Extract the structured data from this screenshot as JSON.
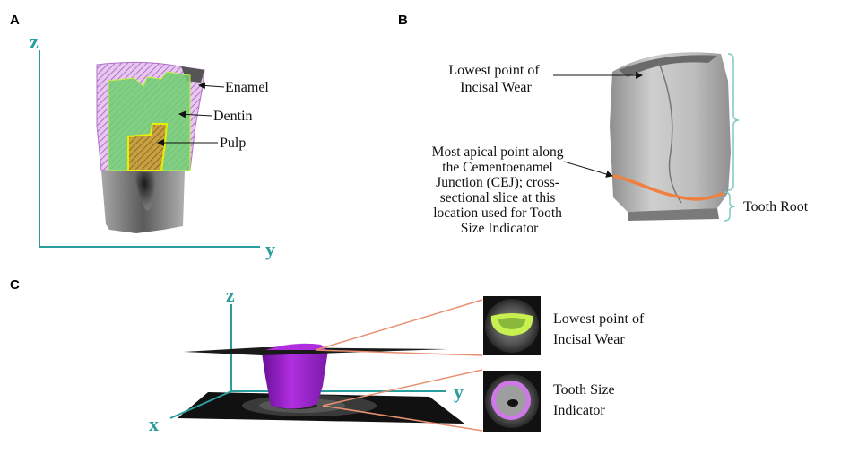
{
  "panels": {
    "a": {
      "letter": "A",
      "axis_z": "z",
      "axis_y": "y",
      "labels": {
        "enamel": "Enamel",
        "dentin": "Dentin",
        "pulp": "Pulp"
      }
    },
    "b": {
      "letter": "B",
      "incisal_wear": [
        "Lowest point of",
        "Incisal Wear"
      ],
      "cej_note": [
        "Most apical point along",
        "the Cementoenamel",
        "Junction (CEJ); cross-",
        "sectional slice at this",
        "location used for Tooth",
        "Size Indicator"
      ],
      "tooth_root": "Tooth Root"
    },
    "c": {
      "letter": "C",
      "axis_z": "z",
      "axis_y": "y",
      "axis_x": "x",
      "incisal_wear": [
        "Lowest point of",
        "Incisal Wear"
      ],
      "tooth_size": [
        "Tooth Size",
        "Indicator"
      ]
    }
  },
  "colors": {
    "axis": "#2a9d9d",
    "enamel": "#b070c8",
    "dentin": "#6fd06f",
    "pulp": "#d8e000",
    "cej_line": "#f08040",
    "tooth_3d": "#9a22c8",
    "bracket": "#7fc9c0",
    "pointer": "#e89070"
  }
}
